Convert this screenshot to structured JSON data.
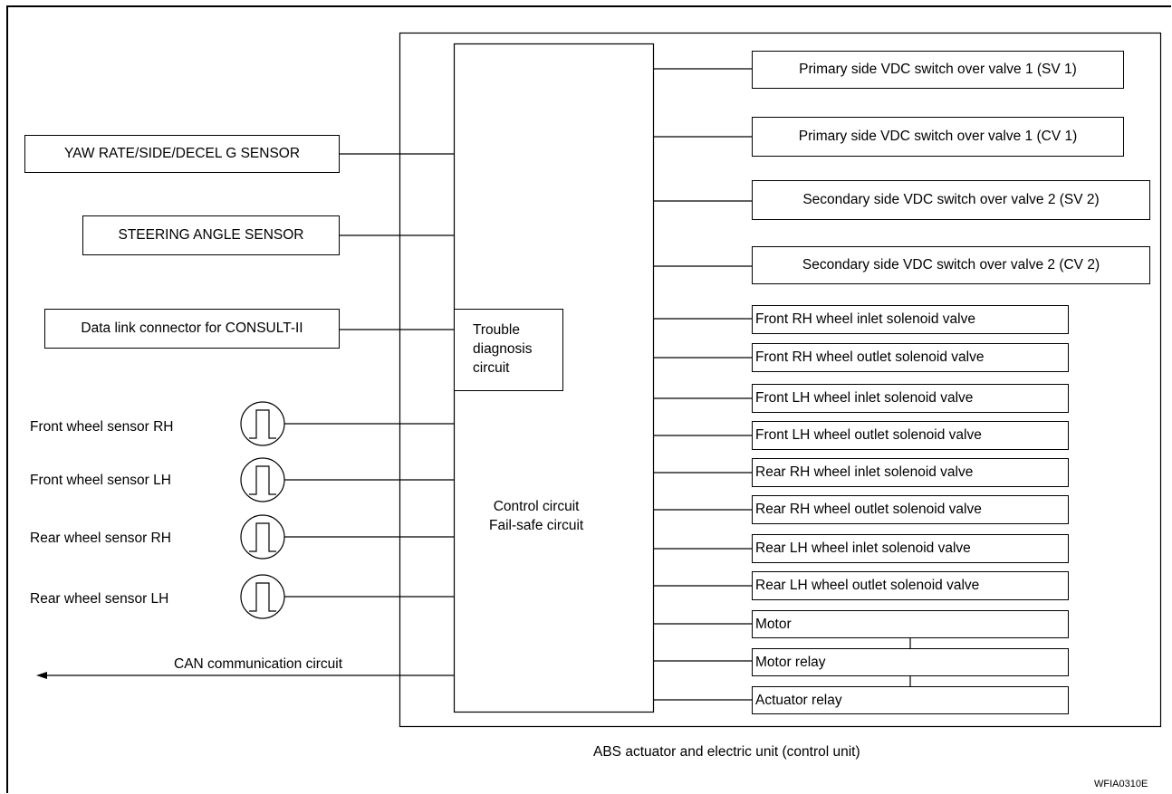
{
  "inputs": {
    "yaw_sensor": "YAW RATE/SIDE/DECEL G SENSOR",
    "steering_sensor": "STEERING ANGLE SENSOR",
    "data_link": "Data link connector for CONSULT-II",
    "wheel_sensors": [
      "Front wheel sensor RH",
      "Front wheel sensor LH",
      "Rear wheel sensor RH",
      "Rear wheel sensor LH"
    ],
    "can": "CAN communication circuit"
  },
  "unit": {
    "trouble_circuit": [
      "Trouble",
      "diagnosis",
      "circuit"
    ],
    "control_circuit": [
      "Control circuit",
      "Fail-safe circuit"
    ],
    "caption": "ABS actuator and electric unit (control unit)"
  },
  "outputs": [
    "Primary side VDC switch over valve 1 (SV 1)",
    "Primary side VDC switch over valve 1 (CV 1)",
    "Secondary side VDC switch over valve 2 (SV 2)",
    "Secondary side VDC switch over valve 2 (CV 2)",
    "Front RH wheel inlet solenoid valve",
    "Front RH wheel outlet solenoid valve",
    "Front LH wheel inlet solenoid valve",
    "Front LH wheel outlet solenoid valve",
    "Rear RH wheel inlet solenoid valve",
    "Rear RH wheel outlet solenoid valve",
    "Rear LH wheel inlet solenoid valve",
    "Rear LH wheel outlet solenoid valve",
    "Motor",
    "Motor relay",
    "Actuator relay"
  ],
  "figure_code": "WFIA0310E"
}
